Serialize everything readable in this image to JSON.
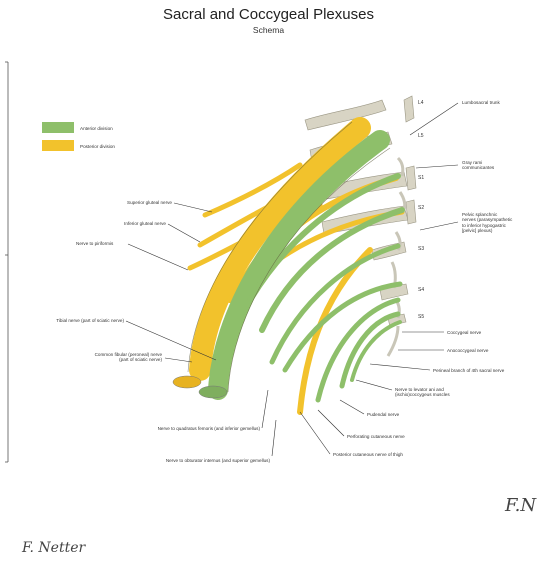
{
  "title": "Sacral and Coccygeal Plexuses",
  "subtitle": "Schema",
  "colors": {
    "anterior": "#8ebf6a",
    "posterior": "#f2c22c",
    "bone": "#d8d4c4",
    "line": "#333333"
  },
  "legend": {
    "anterior_label": "Anterior division",
    "posterior_label": "Posterior division"
  },
  "levels": {
    "l4": "L4",
    "l5": "L5",
    "s1": "S1",
    "s2": "S2",
    "s3": "S3",
    "s4": "S4",
    "s5": "S5"
  },
  "labels_left": {
    "superior_gluteal": "Superior gluteal nerve",
    "inferior_gluteal": "Inferior gluteal nerve",
    "piriformis": "Nerve to piriformis",
    "tibial": "Tibial nerve (part of sciatic nerve)",
    "fibular_1": "Common fibular (peroneal) nerve",
    "fibular_2": "(part of sciatic nerve)",
    "quadratus": "Nerve to quadratus femoris (and inferior gemellus)",
    "obturator": "Nerve to obturator internus (and superior gemellus)"
  },
  "labels_right": {
    "lumbosacral": "Lumbosacral trunk",
    "gray_rami_1": "Gray rami",
    "gray_rami_2": "communicantes",
    "pelvic_1": "Pelvic splanchnic",
    "pelvic_2": "nerves (parasympathetic",
    "pelvic_3": "to inferior hypogastric",
    "pelvic_4": "[pelvic] plexus)",
    "coccygeal": "Coccygeal nerve",
    "anococcygeal": "Anococcygeal nerve",
    "perineal_branch": "Perineal branch of 4th sacral nerve",
    "levator_1": "Nerve to levator ani and",
    "levator_2": "(ischio)coccygeus muscles",
    "pudendal": "Pudendal nerve",
    "perforating": "Perforating cutaneous nerve",
    "posterior_cutaneous": "Posterior cutaneous nerve of thigh"
  },
  "signatures": {
    "right": "F.N",
    "left": "F. Netter"
  }
}
